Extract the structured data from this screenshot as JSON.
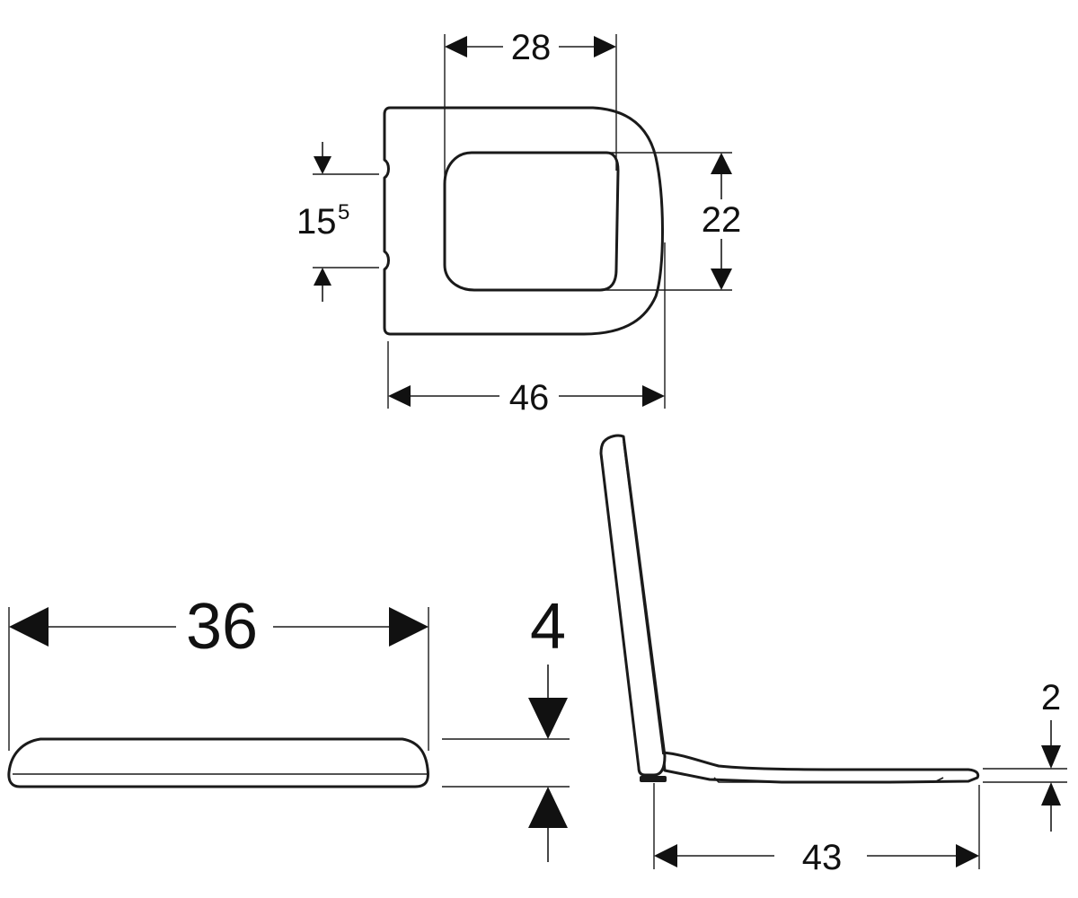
{
  "top_view": {
    "width_dim": "46",
    "opening_width_dim": "28",
    "opening_height_dim": "22",
    "hinge_spacing_dim": "15",
    "hinge_spacing_dim_sup": "5"
  },
  "side_view": {
    "length_dim": "36",
    "thickness_dim": "4"
  },
  "open_view": {
    "depth_dim": "43",
    "height_dim": "2"
  }
}
